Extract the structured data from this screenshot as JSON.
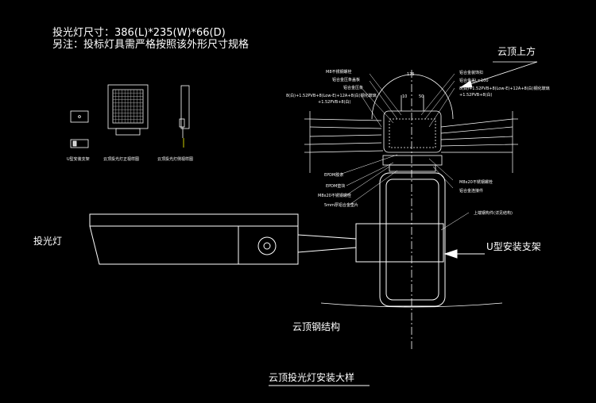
{
  "header": {
    "line1": "投光灯尺寸：386(L)*235(W)*66(D)",
    "line2": "另注：投标灯具需严格按照该外形尺寸规格"
  },
  "thumbnails": {
    "label_a": "U型安装支架",
    "label_b": "云顶投光灯正视样图",
    "label_c": "云顶投光灯侧视样图"
  },
  "main_labels": {
    "cloud_top_above": "云顶上方",
    "flood_light": "投光灯",
    "u_bracket": "U型安装支架",
    "steel_structure": "云顶钢结构",
    "title": "云顶投光灯安装大样"
  },
  "dimensions": {
    "top": "175",
    "mid_a": "10",
    "mid_b": "50"
  },
  "annotations_left": [
    "M8不锈钢螺栓",
    "铝合金压条盖板",
    "铝合金压条",
    "8(白)+1.52PVB+8(Low-E)+12A+8(白)钢化玻璃",
    "+1.52PVB+8(白)",
    "EPDM胶条",
    "EPDM垫块",
    "M8x20不锈钢螺栓",
    "5mm厚铝合金垫片"
  ],
  "annotations_right": [
    "铝合金装饰扣",
    "铝合金盖L=100",
    "8(白)+1.52PVB+8(Low-E)+12A+8(白)钢化玻璃",
    "+1.52PVB+8(白)",
    "M8x20不锈钢螺栓",
    "铝合金连接件",
    "上端钢构件(详见结构)"
  ]
}
